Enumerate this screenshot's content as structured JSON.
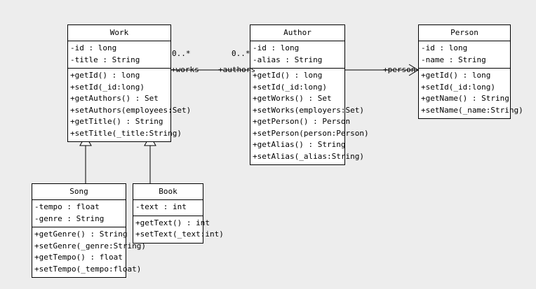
{
  "diagram": {
    "kind": "uml-class-diagram",
    "background_color": "#ededed",
    "box_fill_color": "#ffffff",
    "line_color": "#000000"
  },
  "classes": {
    "work": {
      "name": "Work",
      "attributes": [
        "-id : long",
        "-title : String"
      ],
      "operations": [
        "+getId() : long",
        "+setId(_id:long)",
        "+getAuthors() : Set",
        "+setAuthors(employees:Set)",
        "+getTitle() : String",
        "+setTitle(_title:String)"
      ]
    },
    "author": {
      "name": "Author",
      "attributes": [
        "-id : long",
        "-alias : String"
      ],
      "operations": [
        "+getId() : long",
        "+setId(_id:long)",
        "+getWorks() : Set",
        "+setWorks(employers:Set)",
        "+getPerson() : Person",
        "+setPerson(person:Person)",
        "+getAlias() : String",
        "+setAlias(_alias:String)"
      ]
    },
    "person": {
      "name": "Person",
      "attributes": [
        "-id : long",
        "-name : String"
      ],
      "operations": [
        "+getId() : long",
        "+setId(_id:long)",
        "+getName() : String",
        "+setName(_name:String)"
      ]
    },
    "song": {
      "name": "Song",
      "attributes": [
        "-tempo : float",
        "-genre : String"
      ],
      "operations": [
        "+getGenre() : String",
        "+setGenre(_genre:String)",
        "+getTempo() : float",
        "+setTempo(_tempo:float)"
      ]
    },
    "book": {
      "name": "Book",
      "attributes": [
        "-text : int"
      ],
      "operations": [
        "+getText() : int",
        "+setText(_text:int)"
      ]
    }
  },
  "relationships": {
    "work_author": {
      "type": "association",
      "source_multiplicity": "0..*",
      "target_multiplicity": "0..*",
      "source_role": "+works",
      "target_role": "+authors"
    },
    "author_person": {
      "type": "directed-association",
      "target_role": "+person"
    },
    "song_work": {
      "type": "generalization"
    },
    "book_work": {
      "type": "generalization"
    }
  }
}
